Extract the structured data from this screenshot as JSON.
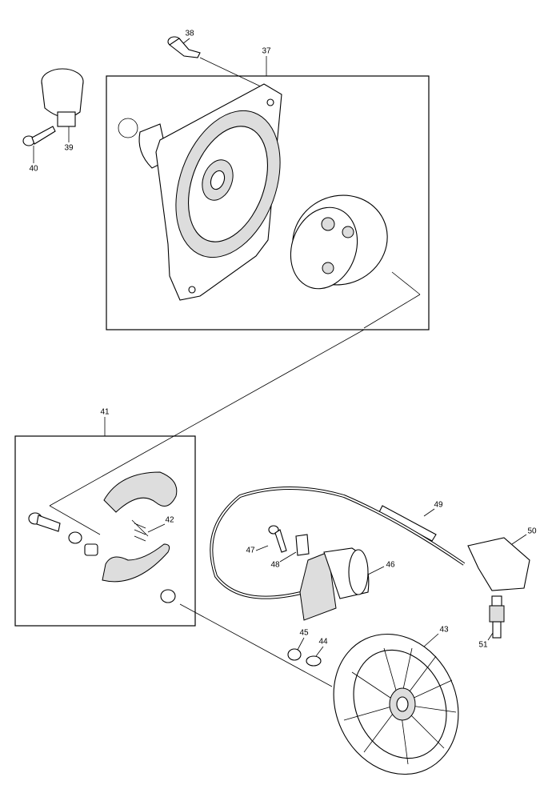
{
  "diagram": {
    "type": "exploded-parts-diagram",
    "part_labels": {
      "p37": "37",
      "p38": "38",
      "p39": "39",
      "p40": "40",
      "p41": "41",
      "p42": "42",
      "p43": "43",
      "p44": "44",
      "p45": "45",
      "p46": "46",
      "p47": "47",
      "p48": "48",
      "p49": "49",
      "p50": "50",
      "p51": "51"
    }
  }
}
